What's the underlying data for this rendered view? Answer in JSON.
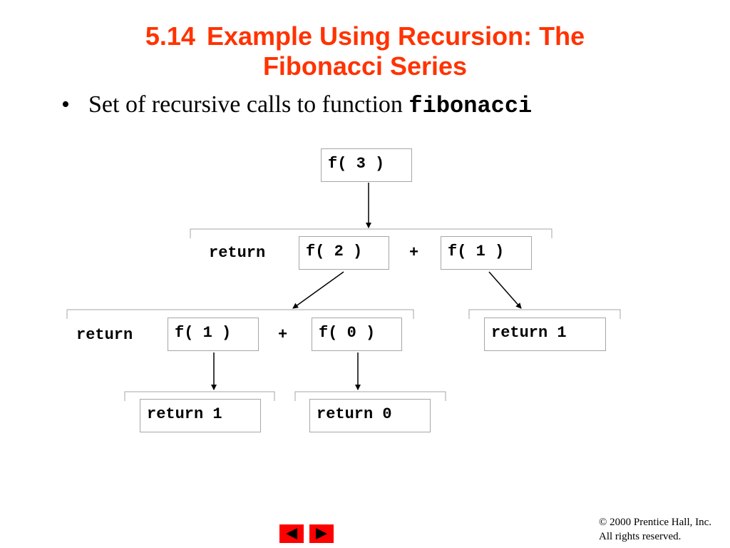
{
  "title": {
    "number": "5.14",
    "line1": "Example Using Recursion: The",
    "line2": "Fibonacci Series"
  },
  "bullet": {
    "marker": "•",
    "text": "Set of recursive calls to function ",
    "code": "fibonacci"
  },
  "diagram": {
    "f3": "f( 3 )",
    "return_a": "return",
    "f2": "f( 2 )",
    "plus_a": "+",
    "f1_top": "f( 1 )",
    "return_b": "return",
    "f1_bottom": "f( 1 )",
    "plus_b": "+",
    "f0": "f( 0 )",
    "return1_right": "return 1",
    "return1_left": "return 1",
    "return0": "return 0"
  },
  "footer": {
    "copyright_symbol": "©",
    "copyright_line1": " 2000 Prentice Hall, Inc.",
    "copyright_line2": "All rights reserved."
  },
  "nav": {
    "prev_icon": "left-arrow-icon",
    "next_icon": "right-arrow-icon",
    "color": "#ff0000"
  }
}
